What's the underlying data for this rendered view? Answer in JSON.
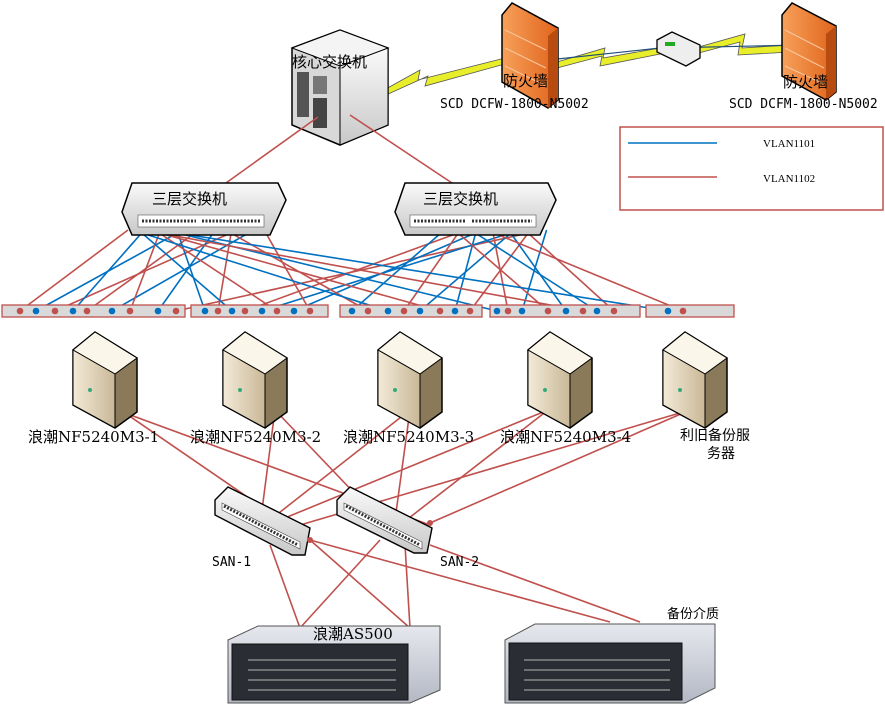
{
  "core_switch": {
    "label": "核心交换机"
  },
  "firewall_1": {
    "label": "防火墙",
    "model": "SCD DCFW-1800-N5002"
  },
  "firewall_2": {
    "label": "防火墙",
    "model": "SCD DCFM-1800-N5002"
  },
  "legend": {
    "items": [
      {
        "label": "VLAN1101",
        "color": "#0070c0"
      },
      {
        "label": "VLAN1102",
        "color": "#c0504d"
      }
    ]
  },
  "l3_switches": [
    {
      "label": "三层交换机"
    },
    {
      "label": "三层交换机"
    }
  ],
  "servers": [
    {
      "label": "浪潮NF5240M3-1"
    },
    {
      "label": "浪潮NF5240M3-2"
    },
    {
      "label": "浪潮NF5240M3-3"
    },
    {
      "label": "浪潮NF5240M3-4"
    },
    {
      "label": "利旧备份服务器"
    }
  ],
  "san_switches": [
    {
      "label": "SAN-1"
    },
    {
      "label": "SAN-2"
    }
  ],
  "storage": {
    "label": "浪潮AS500"
  },
  "backup_media": {
    "label": "备份介质"
  }
}
